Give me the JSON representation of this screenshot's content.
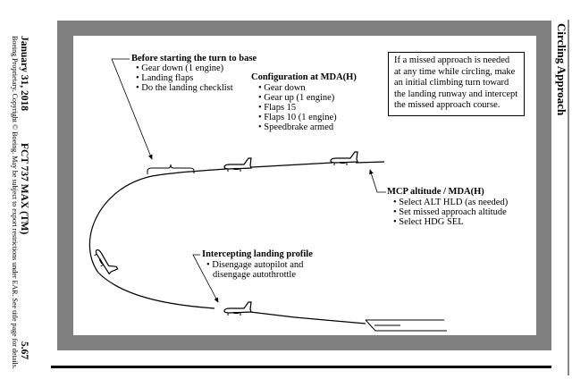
{
  "margin": {
    "proprietary": "Boeing Proprietary. Copyright © Boeing. May be subject to export restrictions under EAR. See title page for details.",
    "date": "January 31, 2018",
    "doc": "FCT 737 MAX (TM)",
    "page": "5.67"
  },
  "section_title": "Circling Approach",
  "diagram": {
    "before_turn": {
      "title": "Before starting the turn to base",
      "items": [
        "• Gear down (1 engine)",
        "• Landing flaps",
        "• Do the landing checklist"
      ]
    },
    "config_mda": {
      "title": "Configuration at MDA(H)",
      "items": [
        "• Gear down",
        "• Gear up (1 engine)",
        "• Flaps 15",
        "• Flaps 10 (1 engine)",
        "• Speedbrake armed"
      ]
    },
    "missed_note": "If a missed approach is needed at any time while circling, make an initial climbing turn toward the landing runway and intercept the missed approach course.",
    "mcp": {
      "title": "MCP altitude / MDA(H)",
      "items": [
        "• Select ALT HLD (as needed)",
        "• Set missed approach altitude",
        "• Select HDG SEL"
      ]
    },
    "intercept": {
      "title": "Intercepting landing profile",
      "items": [
        "• Disengage autopilot and",
        "disengage autothrottle"
      ]
    }
  }
}
